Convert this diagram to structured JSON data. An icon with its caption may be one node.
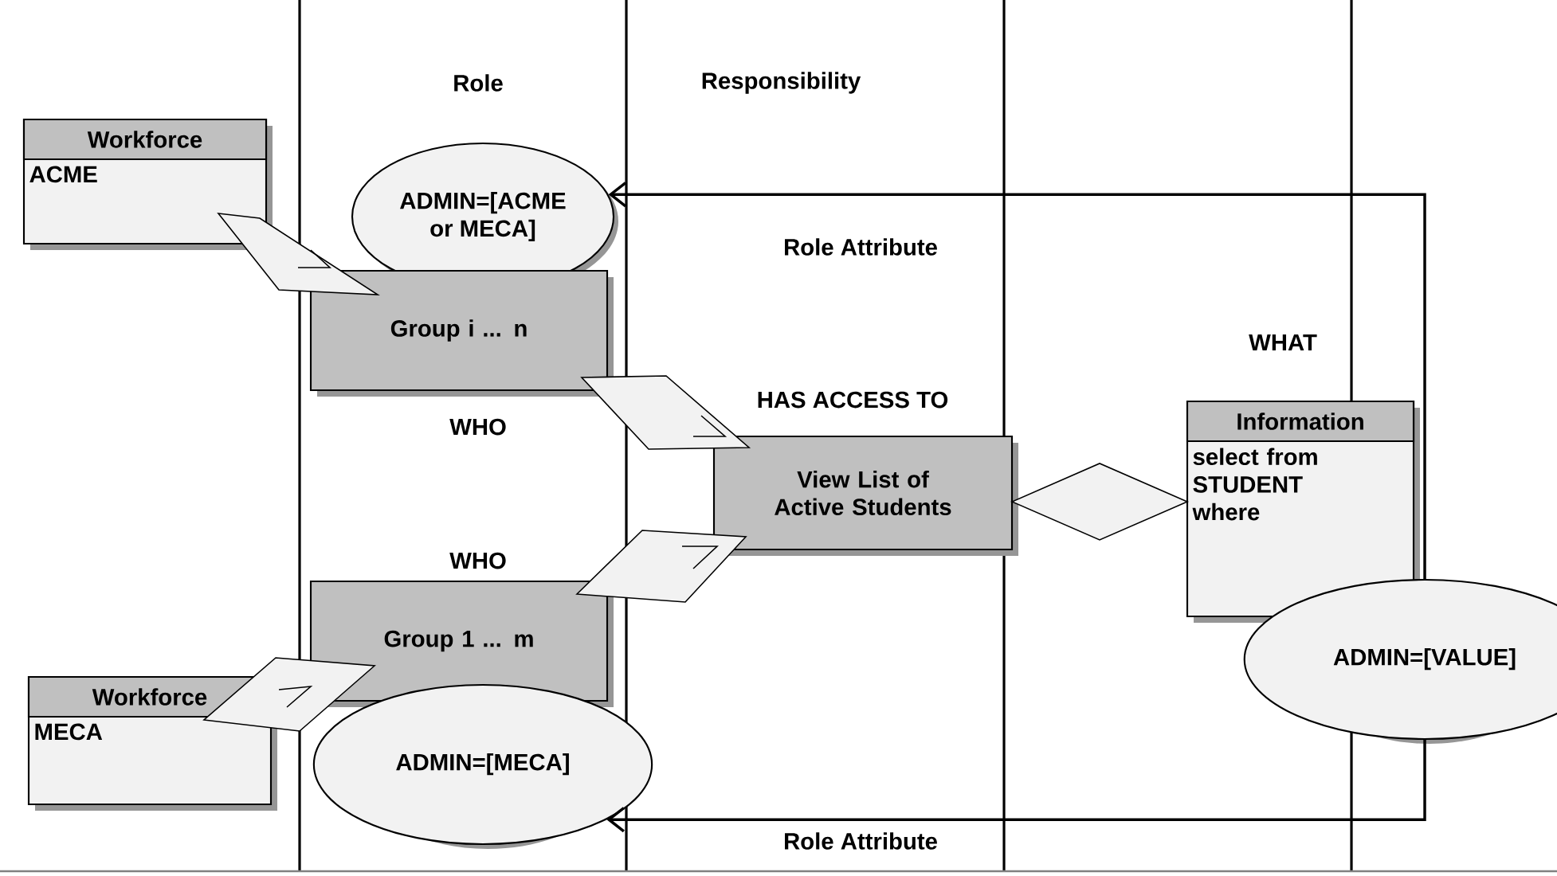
{
  "diagram": {
    "nodes": [
      {
        "text": [
          "Workforce",
          "ACME"
        ]
      },
      {
        "text": [
          "ADMIN=[ACME or MECA]"
        ]
      },
      {
        "text": [
          "Group i ...  n"
        ],
        "beside": [
          "WHO"
        ]
      },
      {
        "text": [
          "View List of Active Students"
        ]
      },
      {
        "text": [
          "Information",
          "select from STUDENT where"
        ]
      },
      {
        "text": [
          "Group 1 ...  m"
        ],
        "beside": [
          "WHO"
        ]
      },
      {
        "text": [
          "Workforce",
          "MECA"
        ]
      },
      {
        "text": [
          "ADMIN=[MECA]"
        ]
      },
      {
        "text": [
          "ADMIN=[VALUE]"
        ]
      },
      {
        "text": [],
        "shape": "parallelogram"
      },
      {
        "text": [],
        "shape": "parallelogram"
      },
      {
        "text": [],
        "shape": "diamond"
      },
      {
        "text": [],
        "shape": "parallelogram"
      },
      {
        "text": [],
        "shape": "parallelogram"
      }
    ],
    "edges": [
      {
        "from": 8,
        "to": 1,
        "arrow": "to",
        "label": "Role Attribute"
      },
      {
        "from": 8,
        "to": 7,
        "arrow": "to",
        "label": "Role Attribute"
      }
    ],
    "labels": [
      "Role",
      "Responsibility",
      "WHAT",
      "HAS ACCESS TO"
    ]
  }
}
